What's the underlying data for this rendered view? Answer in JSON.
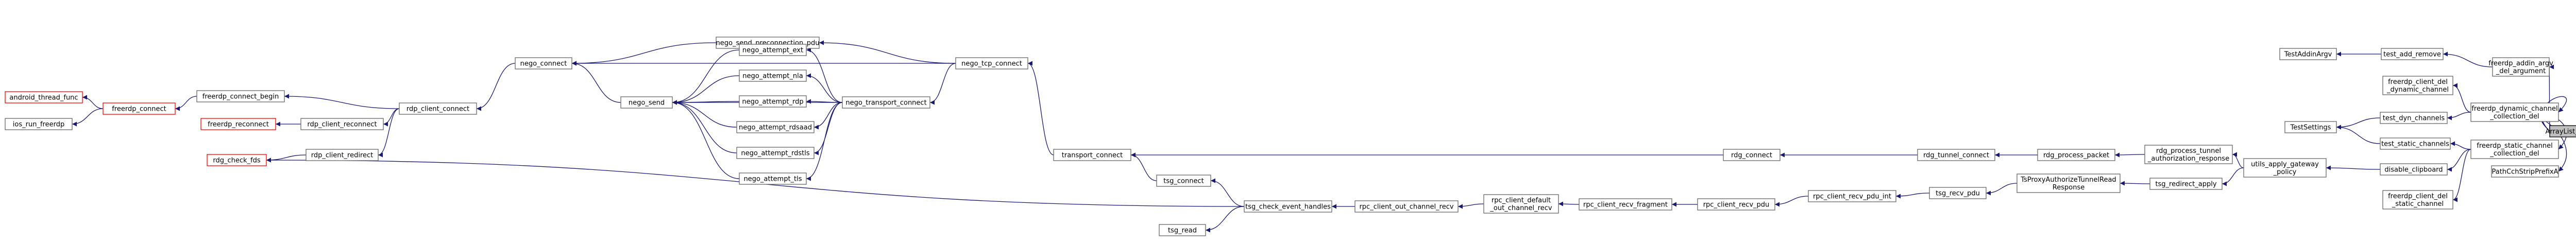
{
  "graph": {
    "nodes": {
      "winpr_remove": {
        "label": [
          "ArrayList_Remove"
        ]
      },
      "freerdp_addin_argv_del_argument": {
        "label": [
          "freerdp_addin_argv",
          "_del_argument"
        ]
      },
      "freerdp_dynamic_channel_collection_del": {
        "label": [
          "freerdp_dynamic_channel",
          "_collection_del"
        ]
      },
      "freerdp_static_channel_collection_del": {
        "label": [
          "freerdp_static_channel",
          "_collection_del"
        ]
      },
      "PathCchStripPrefixA": {
        "label": [
          "PathCchStripPrefixA"
        ]
      },
      "test_add_remove": {
        "label": [
          "test_add_remove"
        ]
      },
      "TestAddinArgv": {
        "label": [
          "TestAddinArgv"
        ]
      },
      "freerdp_client_del_dynamic_channel": {
        "label": [
          "freerdp_client_del",
          "_dynamic_channel"
        ]
      },
      "test_dyn_channels": {
        "label": [
          "test_dyn_channels"
        ]
      },
      "TestSettings": {
        "label": [
          "TestSettings"
        ]
      },
      "test_static_channels": {
        "label": [
          "test_static_channels"
        ]
      },
      "disable_clipboard": {
        "label": [
          "disable_clipboard"
        ]
      },
      "freerdp_client_del_static_channel": {
        "label": [
          "freerdp_client_del",
          "_static_channel"
        ]
      },
      "utils_apply_gateway_policy": {
        "label": [
          "utils_apply_gateway",
          "_policy"
        ]
      },
      "rdg_process_tunnel_authorization_response": {
        "label": [
          "rdg_process_tunnel",
          "_authorization_response"
        ]
      },
      "rdg_redirect_apply": {
        "label": [
          "tsg_redirect_apply"
        ]
      },
      "rdg_process_packet": {
        "label": [
          "rdg_process_packet"
        ]
      },
      "TsProxyAuthorizeTunnelReadResponse": {
        "label": [
          "TsProxyAuthorizeTunnelRead",
          "Response"
        ]
      },
      "rdg_tunnel_connect": {
        "label": [
          "rdg_tunnel_connect"
        ]
      },
      "tsg_recv_pdu": {
        "label": [
          "tsg_recv_pdu"
        ]
      },
      "rdg_connect": {
        "label": [
          "rdg_connect"
        ]
      },
      "rpc_client_recv_pdu_int": {
        "label": [
          "rpc_client_recv_pdu_int"
        ]
      },
      "rpc_client_recv_pdu": {
        "label": [
          "rpc_client_recv_pdu"
        ]
      },
      "rpc_client_recv_fragment": {
        "label": [
          "rpc_client_recv_fragment"
        ]
      },
      "rpc_client_default_out_channel_recv": {
        "label": [
          "rpc_client_default",
          "_out_channel_recv"
        ]
      },
      "rpc_client_out_channel_recv": {
        "label": [
          "rpc_client_out_channel_recv"
        ]
      },
      "tsg_check_event_handles": {
        "label": [
          "tsg_check_event_handles"
        ]
      },
      "tsg_connect": {
        "label": [
          "tsg_connect"
        ]
      },
      "tsg_read": {
        "label": [
          "tsg_read"
        ]
      },
      "transport_connect": {
        "label": [
          "transport_connect"
        ]
      },
      "nego_tcp_connect": {
        "label": [
          "nego_tcp_connect"
        ]
      },
      "nego_transport_connect": {
        "label": [
          "nego_transport_connect"
        ]
      },
      "nego_send_preconnection_pdu": {
        "label": [
          "nego_send_preconnection_pdu"
        ]
      },
      "nego_attempt_ext": {
        "label": [
          "nego_attempt_ext"
        ]
      },
      "nego_attempt_nla": {
        "label": [
          "nego_attempt_nla"
        ]
      },
      "nego_attempt_rdp": {
        "label": [
          "nego_attempt_rdp"
        ]
      },
      "nego_attempt_rdsaad": {
        "label": [
          "nego_attempt_rdsaad"
        ]
      },
      "nego_attempt_rdstls": {
        "label": [
          "nego_attempt_rdstls"
        ]
      },
      "nego_attempt_tls": {
        "label": [
          "nego_attempt_tls"
        ]
      },
      "nego_connect": {
        "label": [
          "nego_connect"
        ]
      },
      "nego_send": {
        "label": [
          "nego_send"
        ]
      },
      "rdp_client_connect": {
        "label": [
          "rdp_client_connect"
        ]
      },
      "rdp_client_reconnect": {
        "label": [
          "rdp_client_reconnect"
        ]
      },
      "rdp_client_redirect": {
        "label": [
          "rdp_client_redirect"
        ]
      },
      "rdg_check_fds": {
        "label": [
          "rdg_check_fds"
        ]
      },
      "freerdp_connect_begin": {
        "label": [
          "freerdp_connect_begin"
        ]
      },
      "freerdp_connect": {
        "label": [
          "freerdp_connect"
        ]
      },
      "freerdp_reconnect": {
        "label": [
          "freerdp_reconnect"
        ]
      },
      "android_thread_func": {
        "label": [
          "android_thread_func"
        ]
      },
      "ios_run_freerdp": {
        "label": [
          "ios_run_freerdp"
        ]
      }
    },
    "edges": [
      [
        "freerdp_addin_argv_del_argument",
        "winpr_remove"
      ],
      [
        "freerdp_dynamic_channel_collection_del",
        "winpr_remove"
      ],
      [
        "freerdp_static_channel_collection_del",
        "winpr_remove"
      ],
      [
        "PathCchStripPrefixA",
        "winpr_remove"
      ],
      [
        "test_add_remove",
        "freerdp_addin_argv_del_argument"
      ],
      [
        "TestAddinArgv",
        "test_add_remove"
      ],
      [
        "freerdp_client_del_dynamic_channel",
        "freerdp_dynamic_channel_collection_del"
      ],
      [
        "test_dyn_channels",
        "freerdp_dynamic_channel_collection_del"
      ],
      [
        "TestSettings",
        "test_dyn_channels"
      ],
      [
        "TestSettings",
        "test_static_channels"
      ],
      [
        "test_static_channels",
        "freerdp_static_channel_collection_del"
      ],
      [
        "disable_clipboard",
        "freerdp_static_channel_collection_del"
      ],
      [
        "freerdp_client_del_static_channel",
        "freerdp_static_channel_collection_del"
      ],
      [
        "utils_apply_gateway_policy",
        "disable_clipboard"
      ],
      [
        "rdg_process_tunnel_authorization_response",
        "utils_apply_gateway_policy"
      ],
      [
        "rdg_redirect_apply",
        "utils_apply_gateway_policy"
      ],
      [
        "rdg_process_packet",
        "rdg_process_tunnel_authorization_response"
      ],
      [
        "TsProxyAuthorizeTunnelReadResponse",
        "rdg_redirect_apply"
      ],
      [
        "rdg_tunnel_connect",
        "rdg_process_packet"
      ],
      [
        "tsg_recv_pdu",
        "TsProxyAuthorizeTunnelReadResponse"
      ],
      [
        "rdg_connect",
        "rdg_tunnel_connect"
      ],
      [
        "rpc_client_recv_pdu_int",
        "tsg_recv_pdu"
      ],
      [
        "rpc_client_recv_pdu",
        "rpc_client_recv_pdu_int"
      ],
      [
        "rpc_client_recv_fragment",
        "rpc_client_recv_pdu"
      ],
      [
        "rpc_client_default_out_channel_recv",
        "rpc_client_recv_fragment"
      ],
      [
        "rpc_client_out_channel_recv",
        "rpc_client_default_out_channel_recv"
      ],
      [
        "tsg_check_event_handles",
        "rpc_client_out_channel_recv"
      ],
      [
        "tsg_connect",
        "tsg_check_event_handles"
      ],
      [
        "tsg_read",
        "tsg_check_event_handles"
      ],
      [
        "rdg_check_fds",
        "tsg_check_event_handles"
      ],
      [
        "transport_connect",
        "rdg_connect"
      ],
      [
        "transport_connect",
        "tsg_connect"
      ],
      [
        "nego_tcp_connect",
        "transport_connect"
      ],
      [
        "nego_transport_connect",
        "nego_tcp_connect"
      ],
      [
        "nego_send_preconnection_pdu",
        "nego_tcp_connect"
      ],
      [
        "nego_connect",
        "nego_tcp_connect"
      ],
      [
        "nego_attempt_ext",
        "nego_transport_connect"
      ],
      [
        "nego_attempt_nla",
        "nego_transport_connect"
      ],
      [
        "nego_attempt_rdp",
        "nego_transport_connect"
      ],
      [
        "nego_attempt_rdsaad",
        "nego_transport_connect"
      ],
      [
        "nego_attempt_rdstls",
        "nego_transport_connect"
      ],
      [
        "nego_attempt_tls",
        "nego_transport_connect"
      ],
      [
        "nego_send",
        "nego_transport_connect"
      ],
      [
        "nego_connect",
        "nego_send_preconnection_pdu"
      ],
      [
        "nego_send",
        "nego_attempt_ext"
      ],
      [
        "nego_send",
        "nego_attempt_nla"
      ],
      [
        "nego_send",
        "nego_attempt_rdp"
      ],
      [
        "nego_send",
        "nego_attempt_rdsaad"
      ],
      [
        "nego_send",
        "nego_attempt_rdstls"
      ],
      [
        "nego_send",
        "nego_attempt_tls"
      ],
      [
        "nego_connect",
        "nego_send"
      ],
      [
        "rdp_client_connect",
        "nego_connect"
      ],
      [
        "rdp_client_reconnect",
        "rdp_client_connect"
      ],
      [
        "rdp_client_redirect",
        "rdp_client_connect"
      ],
      [
        "freerdp_connect_begin",
        "rdp_client_connect"
      ],
      [
        "freerdp_reconnect",
        "rdp_client_reconnect"
      ],
      [
        "rdg_check_fds",
        "rdp_client_redirect"
      ],
      [
        "freerdp_connect",
        "freerdp_connect_begin"
      ],
      [
        "android_thread_func",
        "freerdp_connect"
      ],
      [
        "ios_run_freerdp",
        "freerdp_connect"
      ]
    ]
  }
}
